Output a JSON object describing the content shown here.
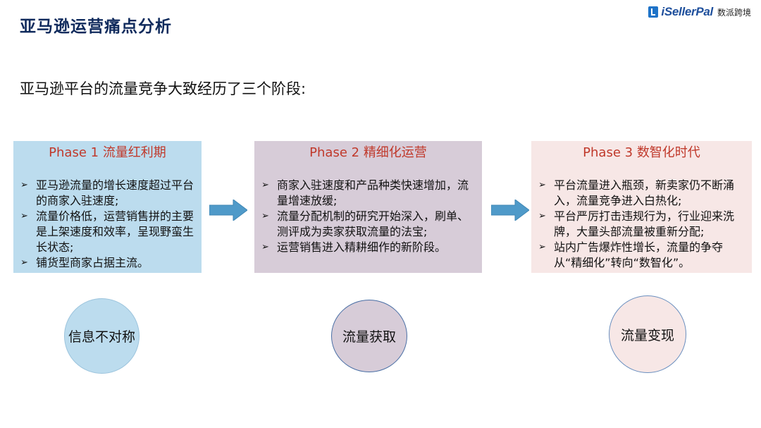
{
  "header": {
    "title": "亚马逊运营痛点分析",
    "logo_en": "iSellerPal",
    "logo_cn": "数派跨境"
  },
  "intro": "亚马逊平台的流量竞争大致经历了三个阶段:",
  "phases": [
    {
      "heading": "Phase 1 流量红利期",
      "color": "#bcdcee",
      "items": [
        "亚马逊流量的增长速度超过平台的商家入驻速度;",
        "流量价格低，运营销售拼的主要是上架速度和效率，呈现野蛮生长状态;",
        "铺货型商家占据主流。"
      ]
    },
    {
      "heading": "Phase 2 精细化运营",
      "color": "#d7ccd8",
      "items": [
        "商家入驻速度和产品种类快速增加，流量增速放缓;",
        "流量分配机制的研究开始深入，刷单、测评成为卖家获取流量的法宝;",
        "运营销售进入精耕细作的新阶段。"
      ]
    },
    {
      "heading": "Phase 3 数智化时代",
      "color": "#f7e7e6",
      "items": [
        "平台流量进入瓶颈，新卖家仍不断涌入，流量竞争进入白热化;",
        "平台严厉打击违规行为，行业迎来洗牌，大量头部流量被重新分配;",
        "站内广告爆炸性增长，流量的争夺从“精细化”转向“数智化”。"
      ]
    }
  ],
  "circles": [
    {
      "label": "信息不对称"
    },
    {
      "label": "流量获取"
    },
    {
      "label": "流量变现"
    }
  ],
  "colors": {
    "title": "#0f2a5c",
    "phase_heading": "#c0392b",
    "arrow": "#4f9ac9"
  }
}
